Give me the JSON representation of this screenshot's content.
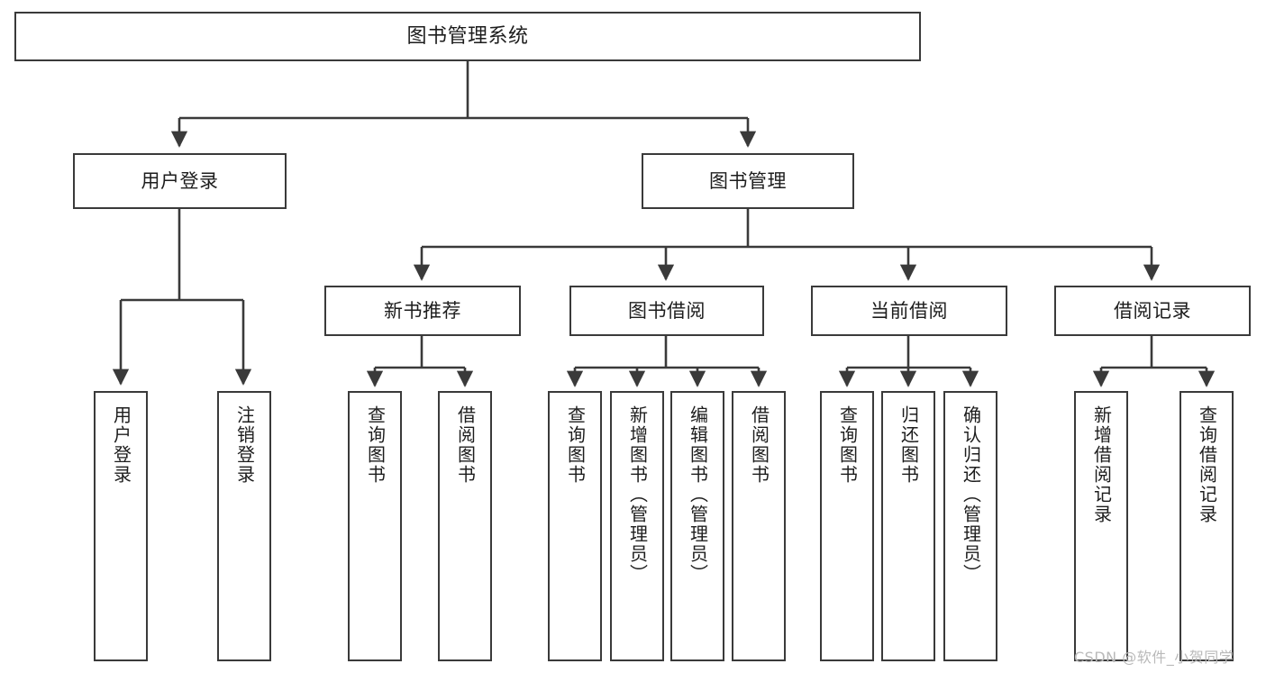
{
  "diagram": {
    "title": "图书管理系统",
    "watermark": "CSDN @软件_小贺同学",
    "colors": {
      "stroke": "#3a3a3a",
      "fill": "#ffffff",
      "text": "#1d1d1d",
      "watermark": "#b9b9b9"
    },
    "nodes": {
      "root": "图书管理系统",
      "level2": {
        "user_login": "用户登录",
        "book_manage": "图书管理"
      },
      "level3": {
        "new_book_rec": "新书推荐",
        "book_borrow": "图书借阅",
        "current_borrow": "当前借阅",
        "borrow_record": "借阅记录"
      },
      "leaves": {
        "user_login_1": "用户登录",
        "user_login_2": "注销登录",
        "new_book_rec_1": "查询图书",
        "new_book_rec_2": "借阅图书",
        "book_borrow_1": "查询图书",
        "book_borrow_2": "新增图书（管理员）",
        "book_borrow_3": "编辑图书（管理员）",
        "book_borrow_4": "借阅图书",
        "current_borrow_1": "查询图书",
        "current_borrow_2": "归还图书",
        "current_borrow_3": "确认归还（管理员）",
        "borrow_record_1": "新增借阅记录",
        "borrow_record_2": "查询借阅记录"
      }
    }
  }
}
